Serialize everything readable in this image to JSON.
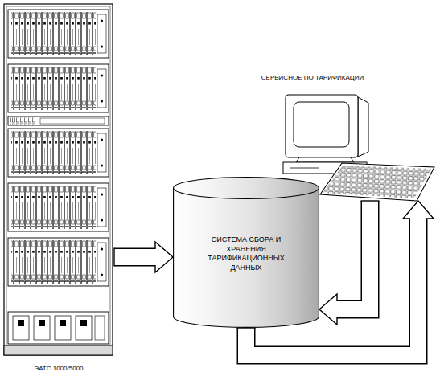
{
  "diagram": {
    "nodes": [
      {
        "text": [
          "ЭАТС 1000/5000"
        ]
      },
      {
        "text": [
          "СИСТЕМА СБОРА И ХРАНЕНИЯ ТАРИФИКАЦИОННЫХ ДАННЫХ"
        ]
      },
      {
        "text": [
          "СЕРВИСНОЕ ПО ТАРИФИКАЦИИ"
        ]
      }
    ],
    "edges": [
      {
        "from": 0,
        "to": 1,
        "arrow": "to"
      },
      {
        "from": 2,
        "to": 1,
        "arrow": "to"
      },
      {
        "from": 1,
        "to": 2,
        "arrow": "to"
      }
    ]
  }
}
